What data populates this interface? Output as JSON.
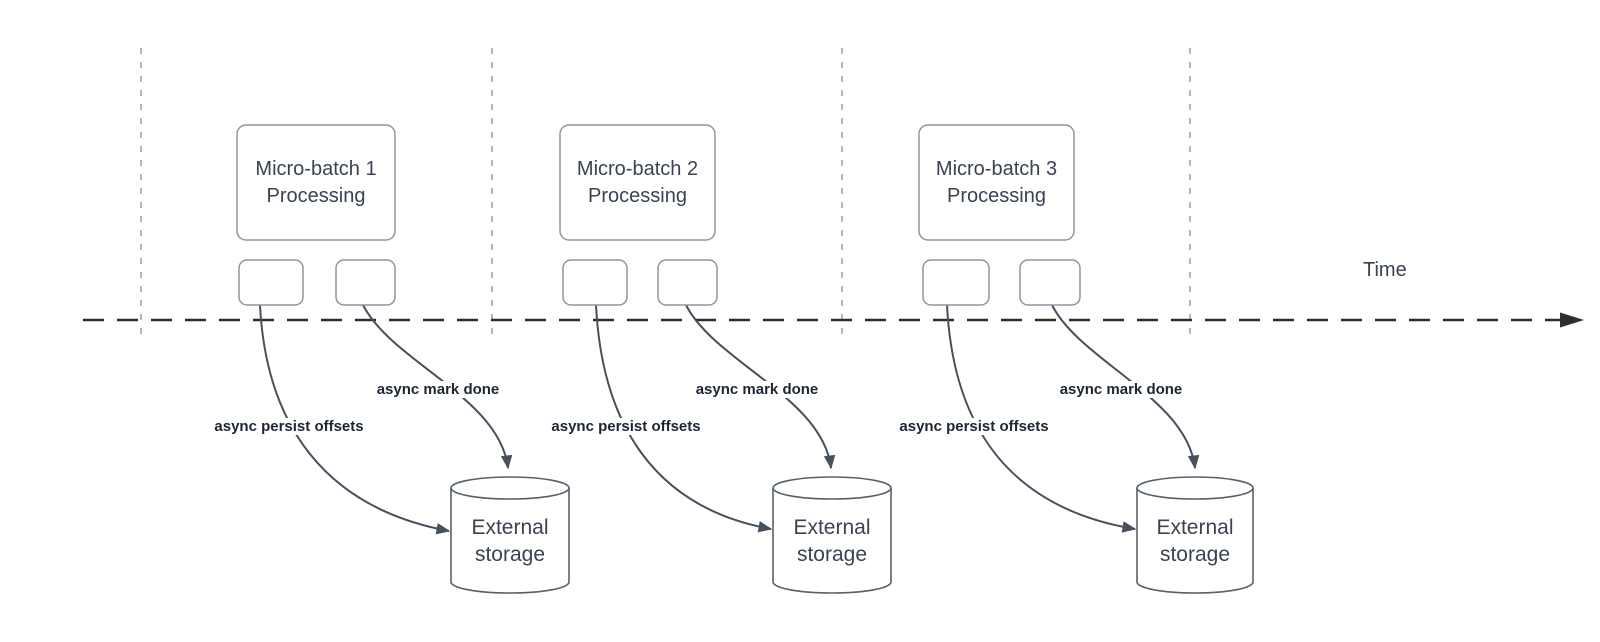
{
  "diagram": {
    "title_semantic": "Micro-batch async progress tracking timeline",
    "time_axis": {
      "label": "Time"
    },
    "colors": {
      "background": "#ffffff",
      "timeline": "#2d2d2d",
      "gridline": "#b3b7bd",
      "shape_border": "#8d95a0",
      "cylinder_border": "#57606c",
      "arrow_stroke": "#47505c",
      "shape_text": "#3a4350",
      "label_text": "#1d2634"
    },
    "batches": [
      {
        "title_line1": "Micro-batch 1",
        "title_line2": "Processing",
        "persist_label": "async persist offsets",
        "done_label": "async mark done",
        "storage_line1": "External",
        "storage_line2": "storage"
      },
      {
        "title_line1": "Micro-batch 2",
        "title_line2": "Processing",
        "persist_label": "async persist offsets",
        "done_label": "async mark done",
        "storage_line1": "External",
        "storage_line2": "storage"
      },
      {
        "title_line1": "Micro-batch 3",
        "title_line2": "Processing",
        "persist_label": "async persist offsets",
        "done_label": "async mark done",
        "storage_line1": "External",
        "storage_line2": "storage"
      }
    ]
  }
}
